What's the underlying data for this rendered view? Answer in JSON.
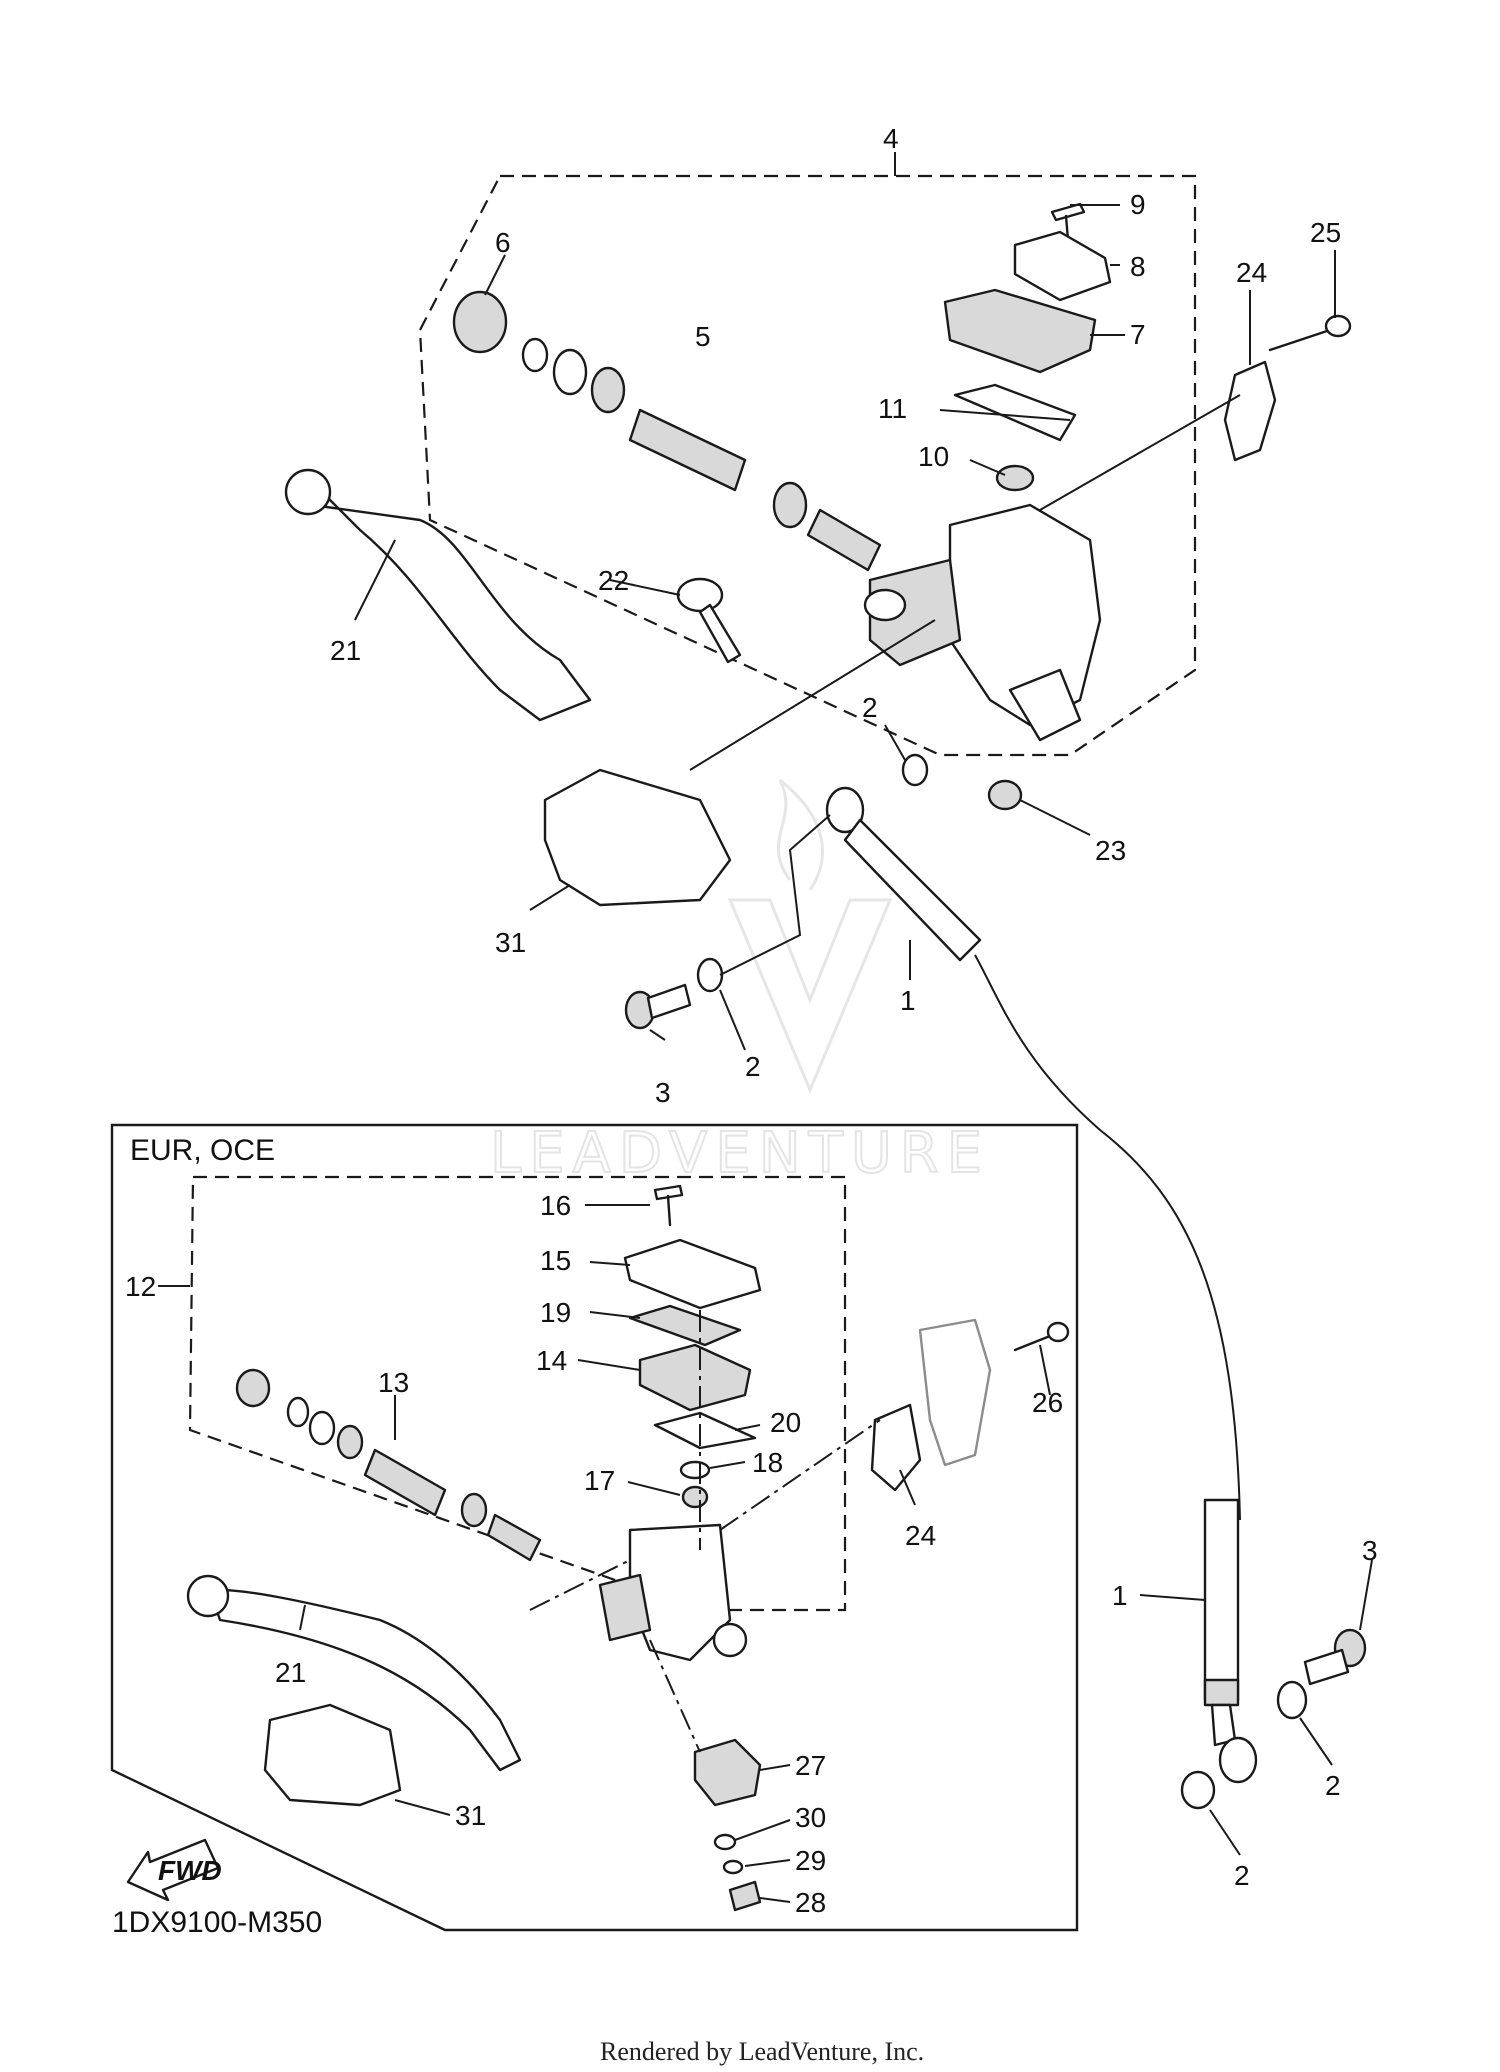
{
  "diagram": {
    "region_label": "EUR, OCE",
    "drawing_code": "1DX9100-M350",
    "direction_mark": "FWD",
    "watermark": "LEADVENTURE",
    "footer": "Rendered by LeadVenture, Inc.",
    "callouts": {
      "c1a": "1",
      "c1b": "1",
      "c2a": "2",
      "c2b": "2",
      "c2c": "2",
      "c2d": "2",
      "c3a": "3",
      "c3b": "3",
      "c4": "4",
      "c5": "5",
      "c6": "6",
      "c7": "7",
      "c8": "8",
      "c9": "9",
      "c10": "10",
      "c11": "11",
      "c12": "12",
      "c13": "13",
      "c14": "14",
      "c15": "15",
      "c16": "16",
      "c17": "17",
      "c18": "18",
      "c19": "19",
      "c20": "20",
      "c21a": "21",
      "c21b": "21",
      "c22": "22",
      "c23": "23",
      "c24a": "24",
      "c24b": "24",
      "c25": "25",
      "c26": "26",
      "c27": "27",
      "c28": "28",
      "c29": "29",
      "c30": "30",
      "c31a": "31",
      "c31b": "31"
    }
  }
}
